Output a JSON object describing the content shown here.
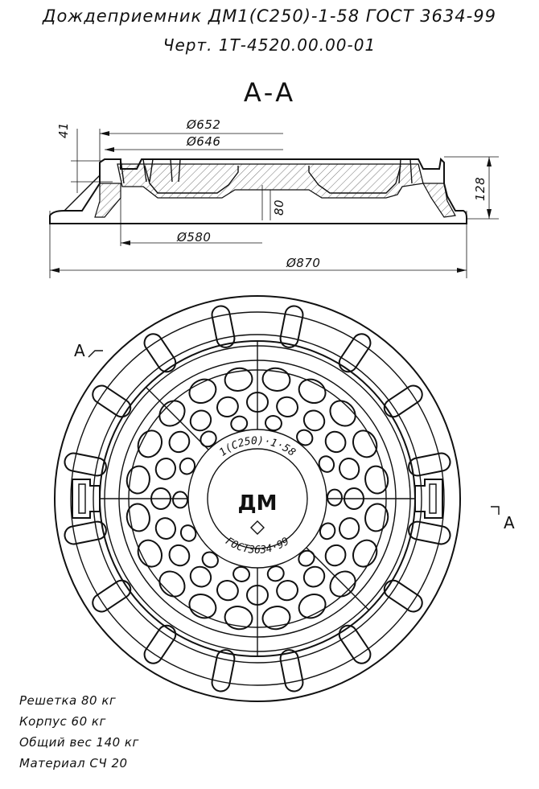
{
  "header": {
    "title": "Дождеприемник ДМ1(С250)-1-58 ГОСТ 3634-99",
    "drawing_no": "Черт. 1Т-4520.00.00-01",
    "section_label": "А-А"
  },
  "dimensions": {
    "d652": "Ø652",
    "d646": "Ø646",
    "d580": "Ø580",
    "d870": "Ø870",
    "h41": "41",
    "h80": "80",
    "h128": "128"
  },
  "cut_marks": {
    "left": "А",
    "right": "А"
  },
  "grate_marking": {
    "center": "ДМ",
    "ring_top": "1(С250)·1·58",
    "ring_bottom": "ГОСТ3634·99"
  },
  "notes": [
    "Решетка 80 кг",
    "Корпус  60 кг",
    "Общий вес 140 кг",
    "Материал СЧ 20"
  ]
}
